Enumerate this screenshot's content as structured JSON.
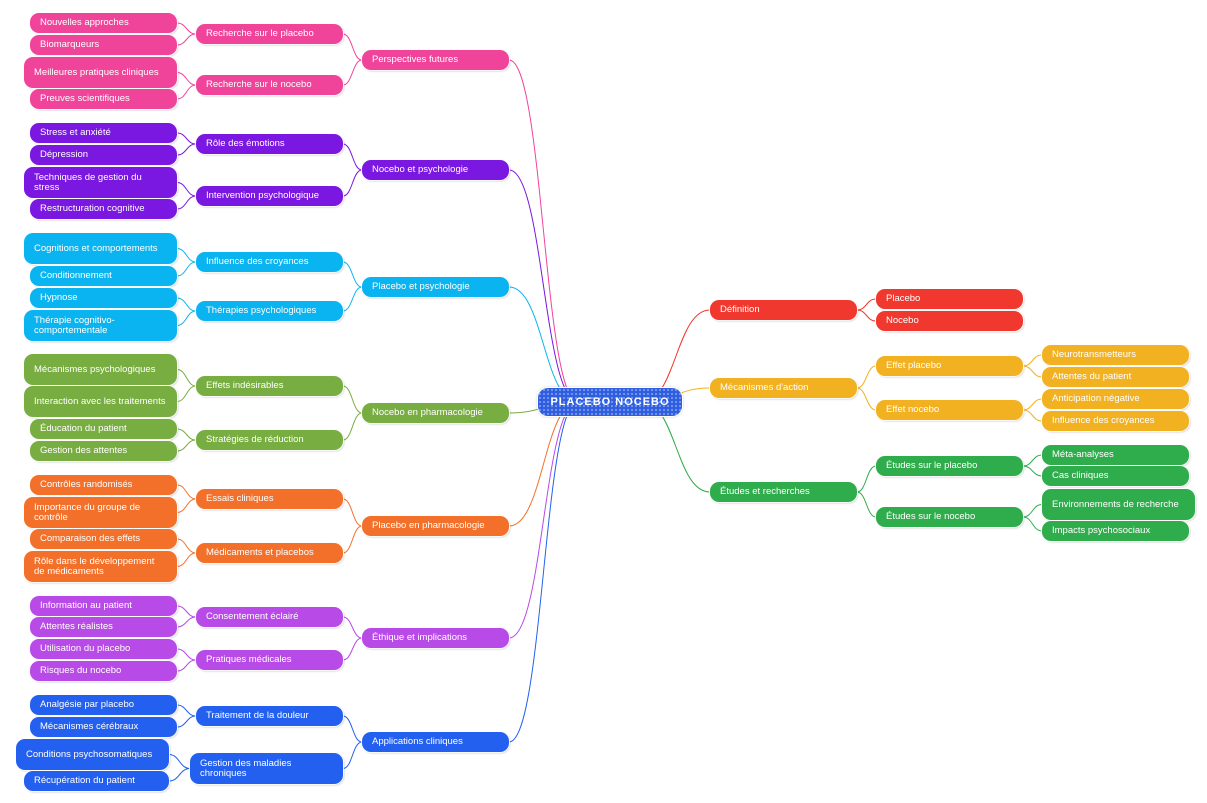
{
  "root": "PLACEBO NOCEBO",
  "colors": {
    "pink": "#f0449b",
    "violet": "#7a17e0",
    "cyan": "#0ab4f0",
    "olive": "#78ad41",
    "orange": "#f2702a",
    "purple": "#b84ae8",
    "blue": "#2460f0",
    "red": "#f0382e",
    "yellow": "#f2b120",
    "green": "#2fac4c"
  },
  "branches": [
    {
      "label": "Perspectives futures",
      "color": "pink",
      "children": [
        {
          "label": "Recherche sur le placebo",
          "children": [
            "Nouvelles approches",
            "Biomarqueurs"
          ]
        },
        {
          "label": "Recherche sur le nocebo",
          "children": [
            "Meilleures pratiques cliniques",
            "Preuves scientifiques"
          ]
        }
      ]
    },
    {
      "label": "Nocebo et psychologie",
      "color": "violet",
      "children": [
        {
          "label": "Rôle des émotions",
          "children": [
            "Stress et anxiété",
            "Dépression"
          ]
        },
        {
          "label": "Intervention psychologique",
          "children": [
            "Techniques de gestion du stress",
            "Restructuration cognitive"
          ]
        }
      ]
    },
    {
      "label": "Placebo et psychologie",
      "color": "cyan",
      "children": [
        {
          "label": "Influence des croyances",
          "children": [
            "Cognitions et comportements",
            "Conditionnement"
          ]
        },
        {
          "label": "Thérapies psychologiques",
          "children": [
            "Hypnose",
            "Thérapie cognitivo-comportementale"
          ]
        }
      ]
    },
    {
      "label": "Nocebo en pharmacologie",
      "color": "olive",
      "children": [
        {
          "label": "Effets indésirables",
          "children": [
            "Mécanismes psychologiques",
            "Interaction avec les traitements"
          ]
        },
        {
          "label": "Stratégies de réduction",
          "children": [
            "Éducation du patient",
            "Gestion des attentes"
          ]
        }
      ]
    },
    {
      "label": "Placebo en pharmacologie",
      "color": "orange",
      "children": [
        {
          "label": "Essais cliniques",
          "children": [
            "Contrôles randomisés",
            "Importance du groupe de contrôle"
          ]
        },
        {
          "label": "Médicaments et placebos",
          "children": [
            "Comparaison des effets",
            "Rôle dans le développement de médicaments"
          ]
        }
      ]
    },
    {
      "label": "Éthique et implications",
      "color": "purple",
      "children": [
        {
          "label": "Consentement éclairé",
          "children": [
            "Information au patient",
            "Attentes réalistes"
          ]
        },
        {
          "label": "Pratiques médicales",
          "children": [
            "Utilisation du placebo",
            "Risques du nocebo"
          ]
        }
      ]
    },
    {
      "label": "Applications cliniques",
      "color": "blue",
      "children": [
        {
          "label": "Traitement de la douleur",
          "children": [
            "Analgésie par placebo",
            "Mécanismes cérébraux"
          ]
        },
        {
          "label": "Gestion des maladies chroniques",
          "children": [
            "Conditions psychosomatiques",
            "Récupération du patient"
          ]
        }
      ]
    },
    {
      "label": "Définition",
      "color": "red",
      "children": [
        "Placebo",
        "Nocebo"
      ]
    },
    {
      "label": "Mécanismes d'action",
      "color": "yellow",
      "children": [
        {
          "label": "Effet placebo",
          "children": [
            "Neurotransmetteurs",
            "Attentes du patient"
          ]
        },
        {
          "label": "Effet nocebo",
          "children": [
            "Anticipation négative",
            "Influence des croyances"
          ]
        }
      ]
    },
    {
      "label": "Études et recherches",
      "color": "green",
      "children": [
        {
          "label": "Études sur le placebo",
          "children": [
            "Méta-analyses",
            "Cas cliniques"
          ]
        },
        {
          "label": "Études sur le nocebo",
          "children": [
            "Environnements de recherche",
            "Impacts psychosociaux"
          ]
        }
      ]
    }
  ]
}
